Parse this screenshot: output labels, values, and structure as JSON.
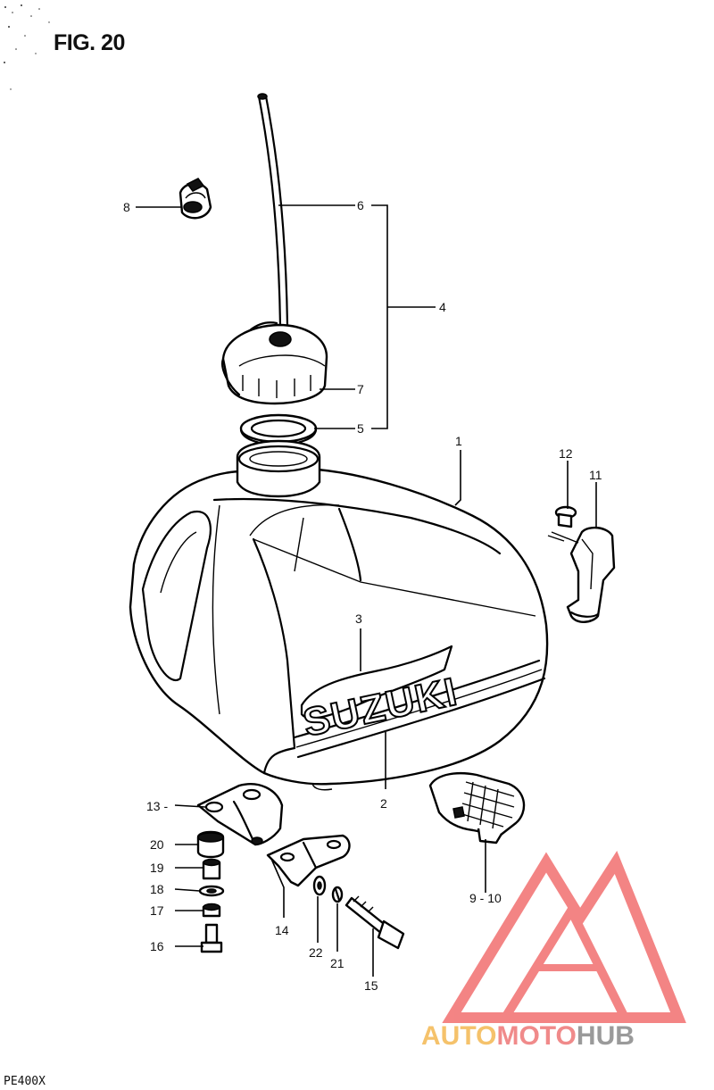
{
  "figure": {
    "title": "FIG. 20",
    "model": "PE400X",
    "tank_decal": "SUZUKI"
  },
  "callouts": [
    {
      "id": "c1",
      "label": "1"
    },
    {
      "id": "c2",
      "label": "2"
    },
    {
      "id": "c3",
      "label": "3"
    },
    {
      "id": "c4",
      "label": "4"
    },
    {
      "id": "c5",
      "label": "5"
    },
    {
      "id": "c6",
      "label": "6"
    },
    {
      "id": "c7",
      "label": "7"
    },
    {
      "id": "c8",
      "label": "8"
    },
    {
      "id": "c910",
      "label": "9 - 10"
    },
    {
      "id": "c11",
      "label": "11"
    },
    {
      "id": "c12",
      "label": "12"
    },
    {
      "id": "c13",
      "label": "13 -"
    },
    {
      "id": "c14",
      "label": "14"
    },
    {
      "id": "c15",
      "label": "15"
    },
    {
      "id": "c16",
      "label": "16"
    },
    {
      "id": "c17",
      "label": "17"
    },
    {
      "id": "c18",
      "label": "18"
    },
    {
      "id": "c19",
      "label": "19"
    },
    {
      "id": "c20",
      "label": "20"
    },
    {
      "id": "c21",
      "label": "21"
    },
    {
      "id": "c22",
      "label": "22"
    }
  ],
  "watermark": {
    "part1": "AUTO",
    "part2": "MOTO",
    "part3": "HUB",
    "colors": {
      "auto": "#f5c26b",
      "moto": "#f08a8a",
      "hub": "#9a9a9a",
      "triangle": "#f26f6f"
    }
  }
}
